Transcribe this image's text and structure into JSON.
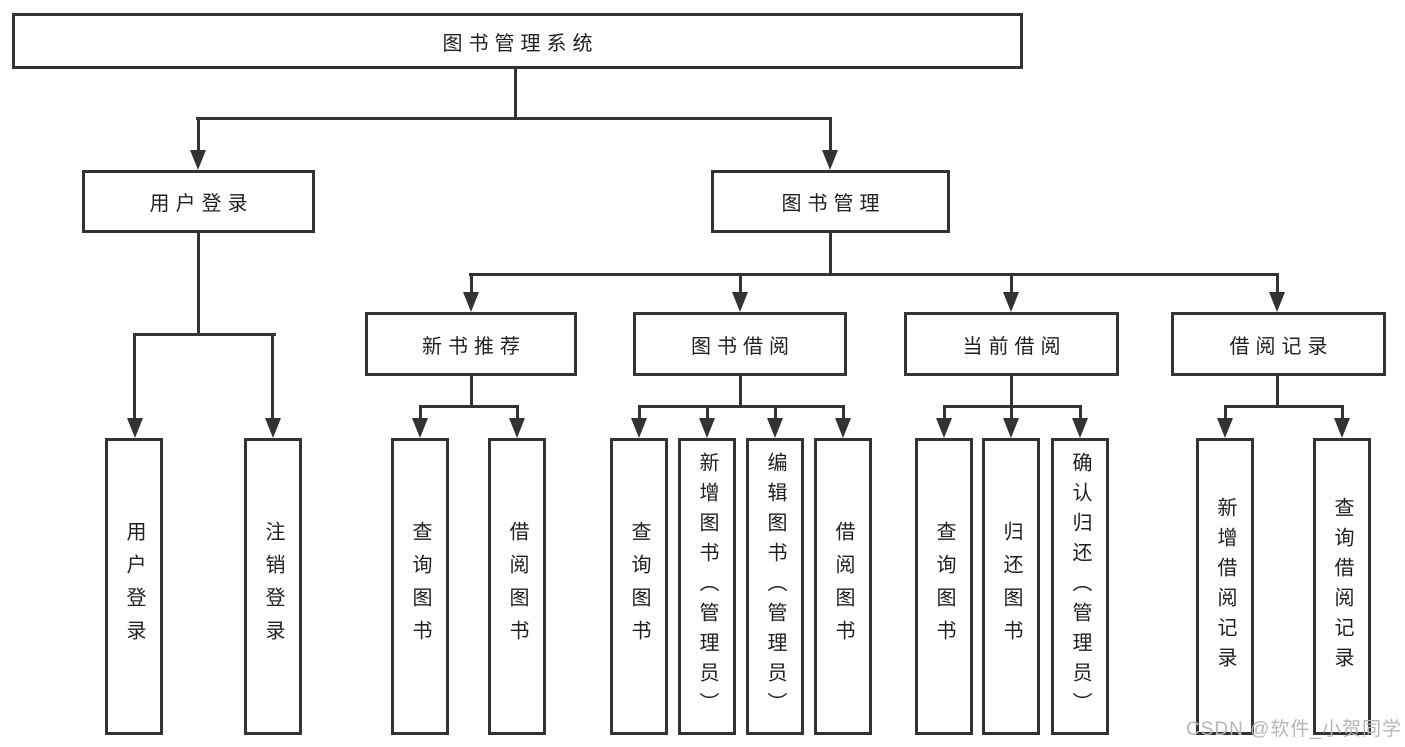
{
  "tree": {
    "root": {
      "label": "图书管理系统",
      "children": [
        {
          "label": "用户登录",
          "children": [
            {
              "label": "用户登录"
            },
            {
              "label": "注销登录"
            }
          ]
        },
        {
          "label": "图书管理",
          "children": [
            {
              "label": "新书推荐",
              "children": [
                {
                  "label": "查询图书"
                },
                {
                  "label": "借阅图书"
                }
              ]
            },
            {
              "label": "图书借阅",
              "children": [
                {
                  "label": "查询图书"
                },
                {
                  "label": "新增图书（管理员）"
                },
                {
                  "label": "编辑图书（管理员）"
                },
                {
                  "label": "借阅图书"
                }
              ]
            },
            {
              "label": "当前借阅",
              "children": [
                {
                  "label": "查询图书"
                },
                {
                  "label": "归还图书"
                },
                {
                  "label": "确认归还（管理员）"
                }
              ]
            },
            {
              "label": "借阅记录",
              "children": [
                {
                  "label": "新增借阅记录"
                },
                {
                  "label": "查询借阅记录"
                }
              ]
            }
          ]
        }
      ]
    }
  },
  "watermark": "CSDN @软件_小贺同学",
  "colors": {
    "line": "#333333",
    "text": "#1f1f1f",
    "watermark": "#b6b6b6",
    "background": "#ffffff"
  }
}
